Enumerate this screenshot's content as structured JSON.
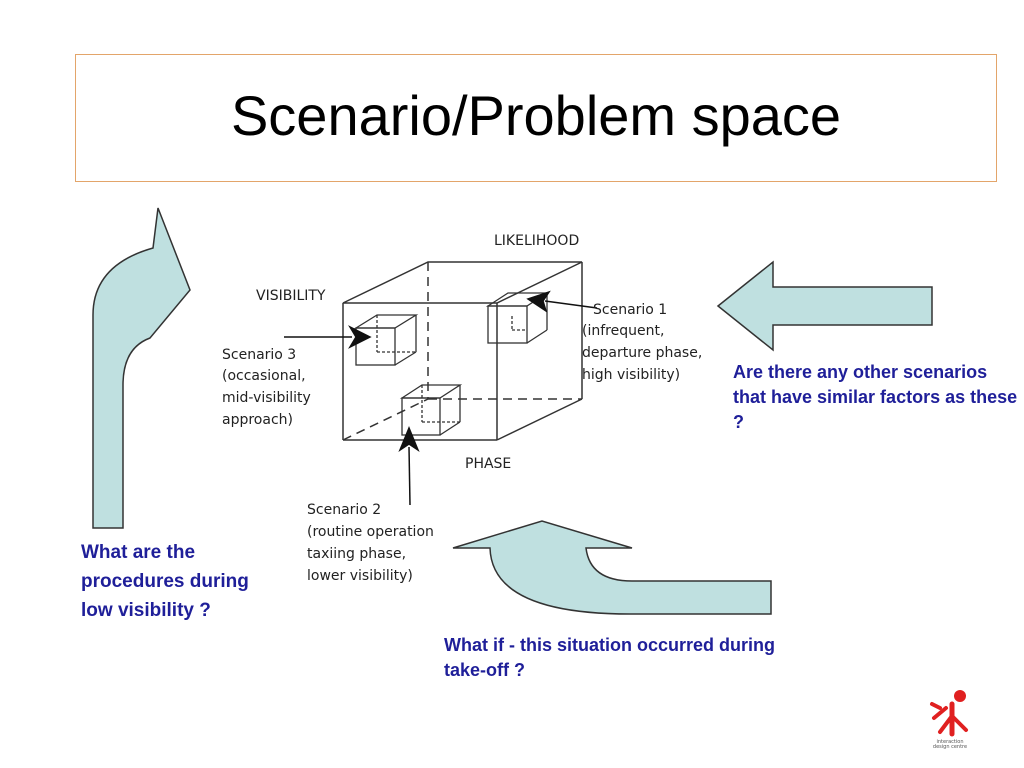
{
  "slide": {
    "title": "Scenario/Problem space"
  },
  "diagram": {
    "axes": {
      "likelihood": "LIKELIHOOD",
      "visibility": "VISIBILITY",
      "phase": "PHASE"
    },
    "scenario1": [
      "Scenario 1",
      "(infrequent,",
      "departure phase,",
      "high visibility)"
    ],
    "scenario2": [
      "Scenario 2",
      "(routine operation",
      "taxiing phase,",
      "lower visibility)"
    ],
    "scenario3": [
      "Scenario 3",
      "(occasional,",
      "mid-visibility",
      "approach)"
    ]
  },
  "questions": {
    "low_visibility": "What are the procedures during low visibility ?",
    "other_scenarios": "Are there any other scenarios that have similar  factors as these ?",
    "take_off": "What if - this situation occurred during take-off ?"
  },
  "logo": {
    "text_line1": "interaction",
    "text_line2": "design centre"
  },
  "colors": {
    "arrow_fill": "#bfe0e0",
    "question_text": "#1f1f99",
    "title_border": "#e3a56a",
    "logo_red": "#e02020"
  }
}
